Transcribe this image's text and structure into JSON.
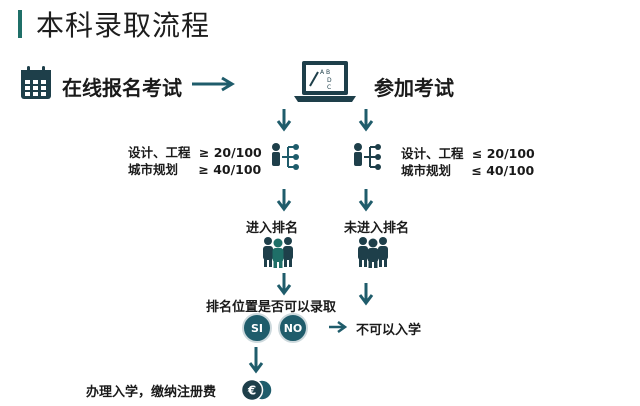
{
  "header": {
    "title": "本科录取流程"
  },
  "steps": {
    "online_exam": "在线报名考试",
    "attend_exam": "参加考试",
    "left_criteria": {
      "line1_label": "设计、工程",
      "line1_value": "≥ 20/100",
      "line2_label": "城市规划",
      "line2_value": "≥ 40/100"
    },
    "right_criteria": {
      "line1_label": "设计、工程",
      "line1_value": "≤ 20/100",
      "line2_label": "城市规划",
      "line2_value": "≤ 40/100"
    },
    "ranked": "进入排名",
    "not_ranked": "未进入排名",
    "admission_question": "排名位置是否可以录取",
    "yes_label": "SI",
    "no_label": "NO",
    "not_admitted": "不可以入学",
    "enroll": "办理入学，缴纳注册费"
  },
  "colors": {
    "accent": "#1f6f68",
    "arrow": "#1f5c6b",
    "icon_dark": "#1e3f4a",
    "text": "#1a1a1a"
  },
  "icons": [
    "calendar-icon",
    "laptop-exam-icon",
    "arrow-right-icon",
    "arrow-down-icon",
    "org-chart-icon",
    "people-group-icon",
    "euro-coins-icon"
  ]
}
